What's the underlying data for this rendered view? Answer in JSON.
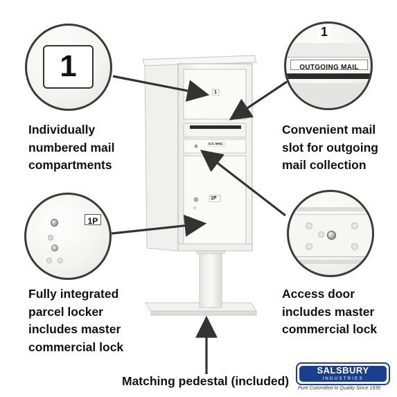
{
  "callouts": {
    "compartments": [
      "Individually",
      "numbered mail",
      "compartments"
    ],
    "mail_slot": [
      "Convenient mail",
      "slot for outgoing",
      "mail collection"
    ],
    "parcel_locker": [
      "Fully integrated",
      "parcel locker",
      "includes master",
      "commercial lock"
    ],
    "access_door": [
      "Access door",
      "includes master",
      "commercial lock"
    ],
    "pedestal": "Matching pedestal (included)"
  },
  "insets": {
    "compartment_number": "1",
    "outgoing_number": "1",
    "outgoing_label": "OUTGOING MAIL",
    "parcel_label": "1P"
  },
  "product": {
    "door_number": "1",
    "parcel_number": "1P",
    "usmail_label": "U.S. MAIL"
  },
  "brand": {
    "name": "SALSBURY",
    "sub": "INDUSTRIES",
    "tagline": "Pure Committed to Quality Since 1936",
    "color": "#1a3f8c"
  }
}
